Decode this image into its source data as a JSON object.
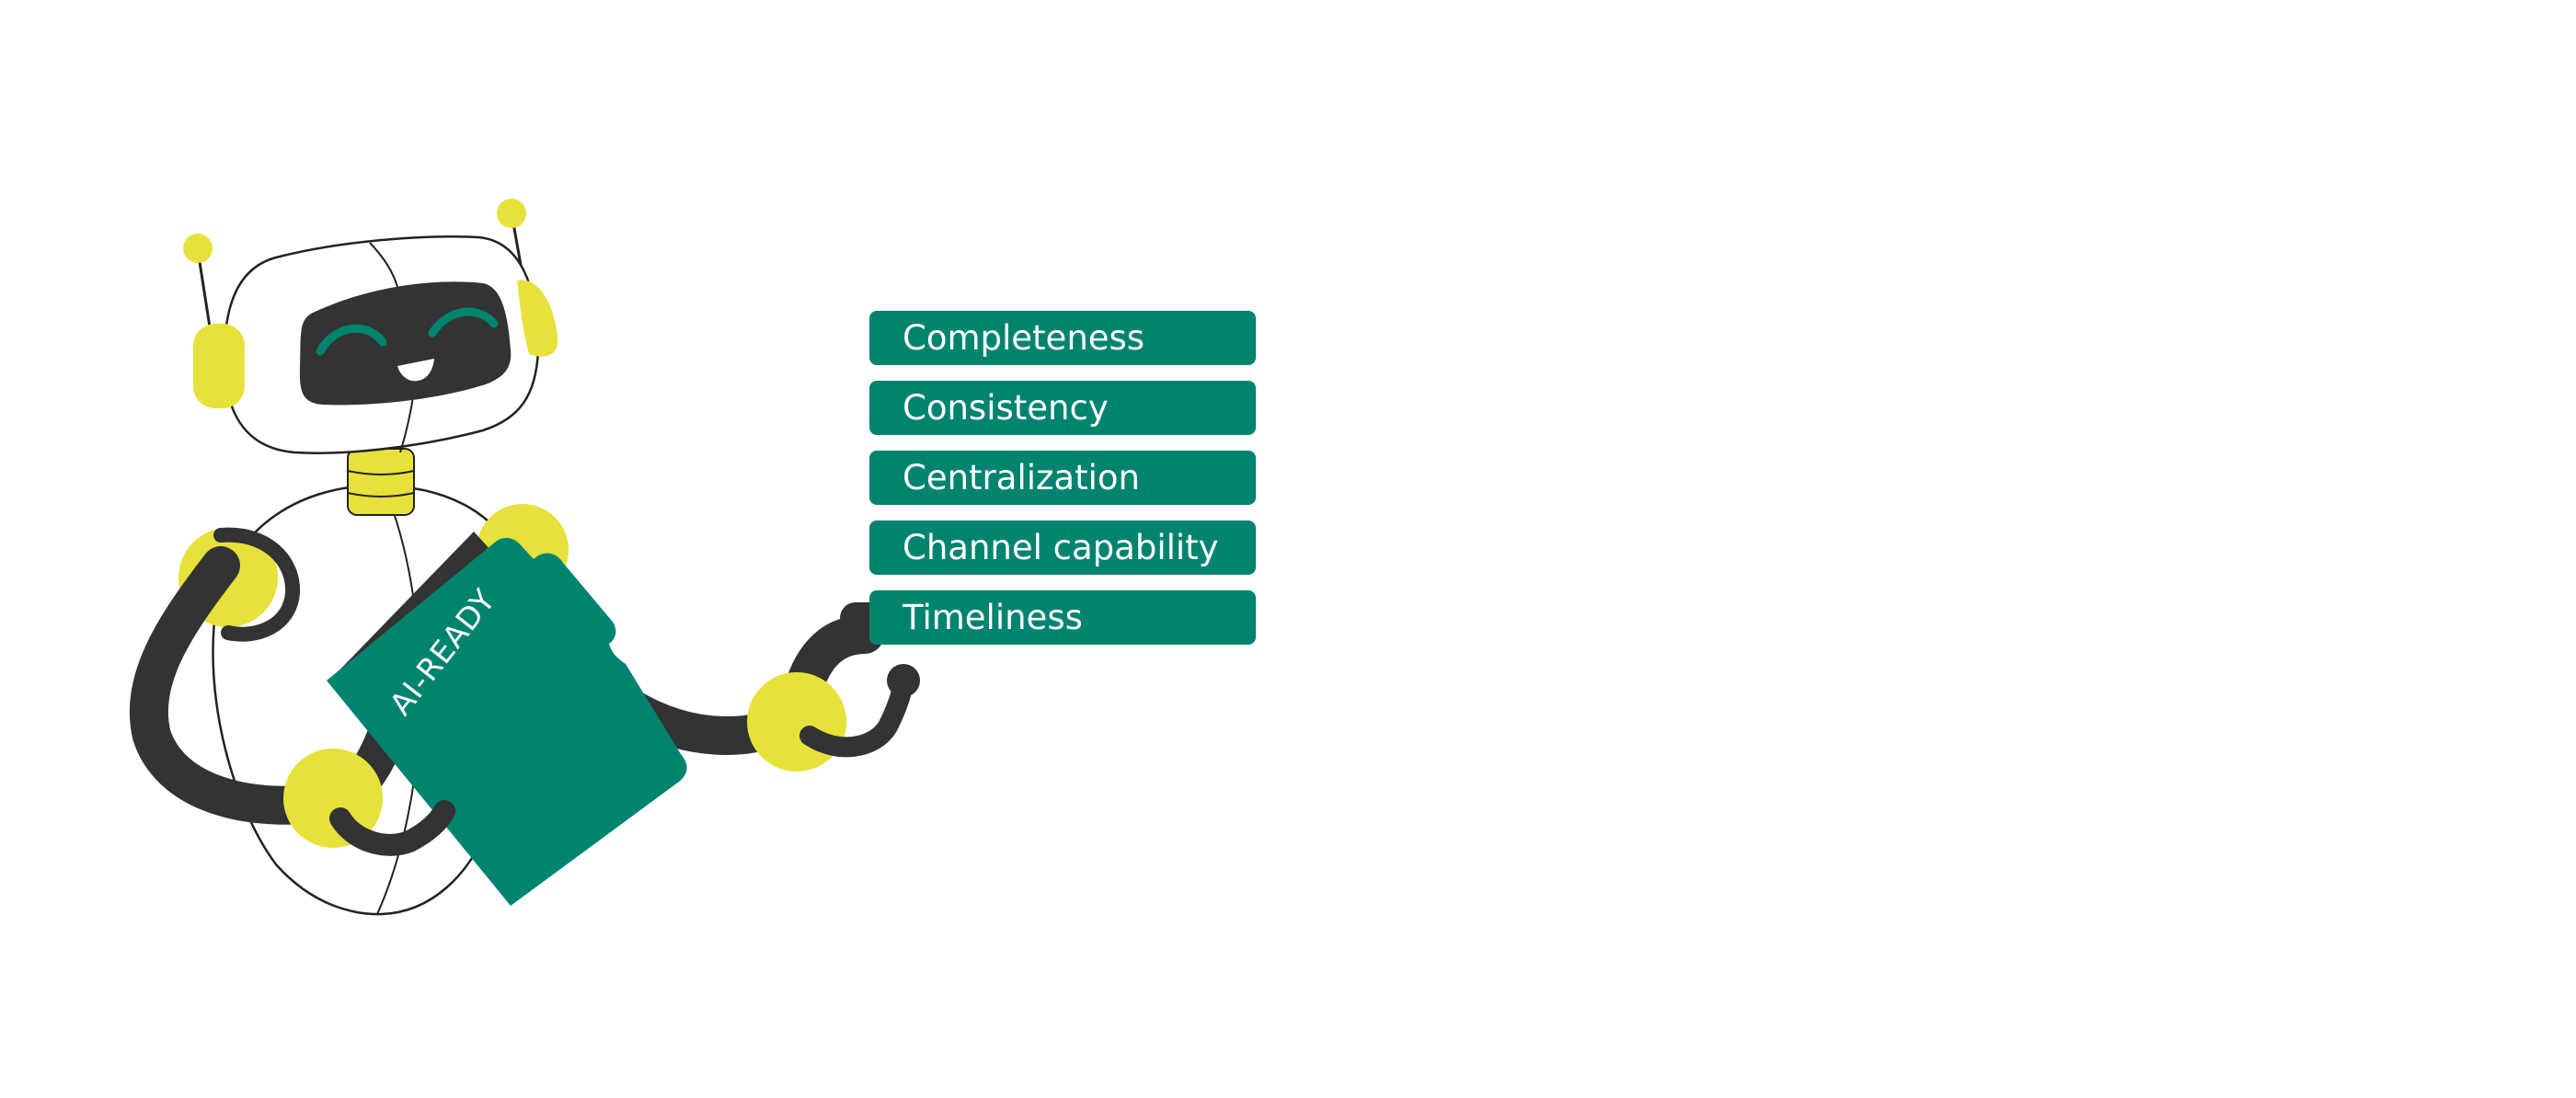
{
  "colors": {
    "teal": "#008470",
    "yellow": "#e7e23b",
    "dark": "#333333",
    "outline": "#222222",
    "white": "#ffffff"
  },
  "folder": {
    "label": "AI-READY"
  },
  "qualities": [
    "Completeness",
    "Consistency",
    "Centralization",
    "Channel capability",
    "Timeliness"
  ]
}
